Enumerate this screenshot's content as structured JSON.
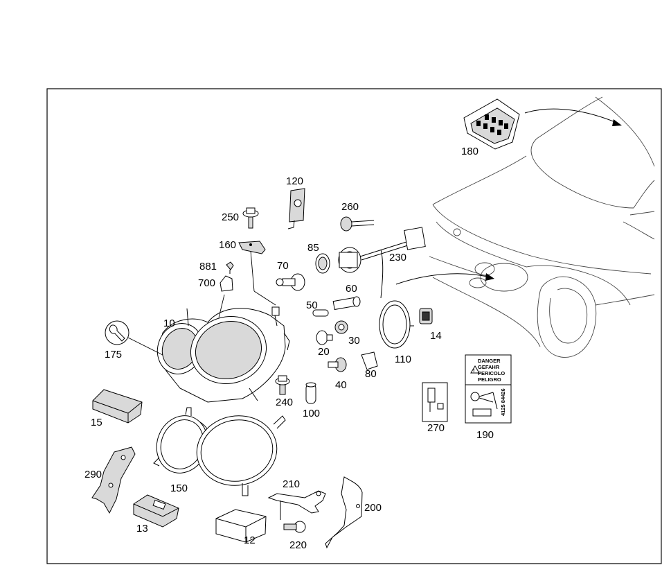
{
  "parts": {
    "p10": "10",
    "p12": "12",
    "p13": "13",
    "p14": "14",
    "p15": "15",
    "p20": "20",
    "p30": "30",
    "p40": "40",
    "p50": "50",
    "p60": "60",
    "p70": "70",
    "p80": "80",
    "p85": "85",
    "p100": "100",
    "p110": "110",
    "p120": "120",
    "p150": "150",
    "p160": "160",
    "p175": "175",
    "p180": "180",
    "p190": "190",
    "p200": "200",
    "p210": "210",
    "p220": "220",
    "p230": "230",
    "p240": "240",
    "p250": "250",
    "p260": "260",
    "p270": "270",
    "p290": "290",
    "p700": "700",
    "p881": "881"
  },
  "warning_label": {
    "line1": "DANGER",
    "line2": "GEFAHR",
    "line3": "PERICOLO",
    "line4": "PELIGRO",
    "code": "4125 84426"
  },
  "icons": {
    "wrench": "wrench-icon",
    "hazard": "high-voltage-warning-icon"
  }
}
